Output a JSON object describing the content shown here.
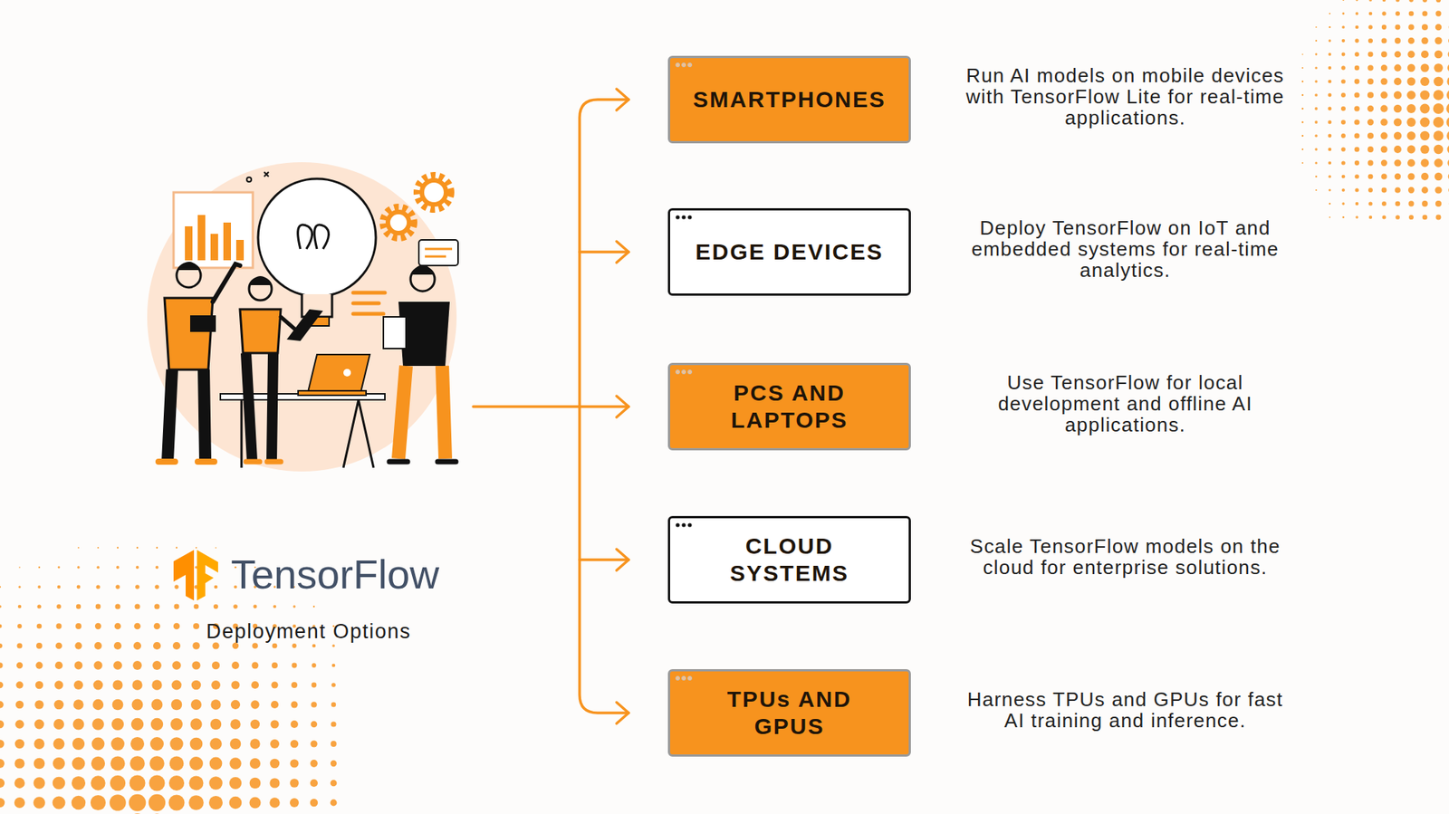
{
  "diagram": {
    "title": "TensorFlow",
    "caption": "Deployment Options",
    "nodes": [
      {
        "text": [
          "SMARTPHONES"
        ]
      },
      {
        "text": [
          "EDGE DEVICES"
        ]
      },
      {
        "text": [
          "PCS AND LAPTOPS"
        ]
      },
      {
        "text": [
          "CLOUD SYSTEMS"
        ]
      },
      {
        "text": [
          "TPUs AND GPUS"
        ]
      }
    ],
    "labels": [
      "Run AI models on mobile devices with TensorFlow Lite for real-time applications.",
      "Deploy TensorFlow on IoT and embedded systems for real-time analytics.",
      "Use TensorFlow for local development and offline AI applications.",
      "Scale TensorFlow models on the cloud for enterprise solutions.",
      "Harness TPUs and GPUs for fast AI training and inference."
    ]
  }
}
